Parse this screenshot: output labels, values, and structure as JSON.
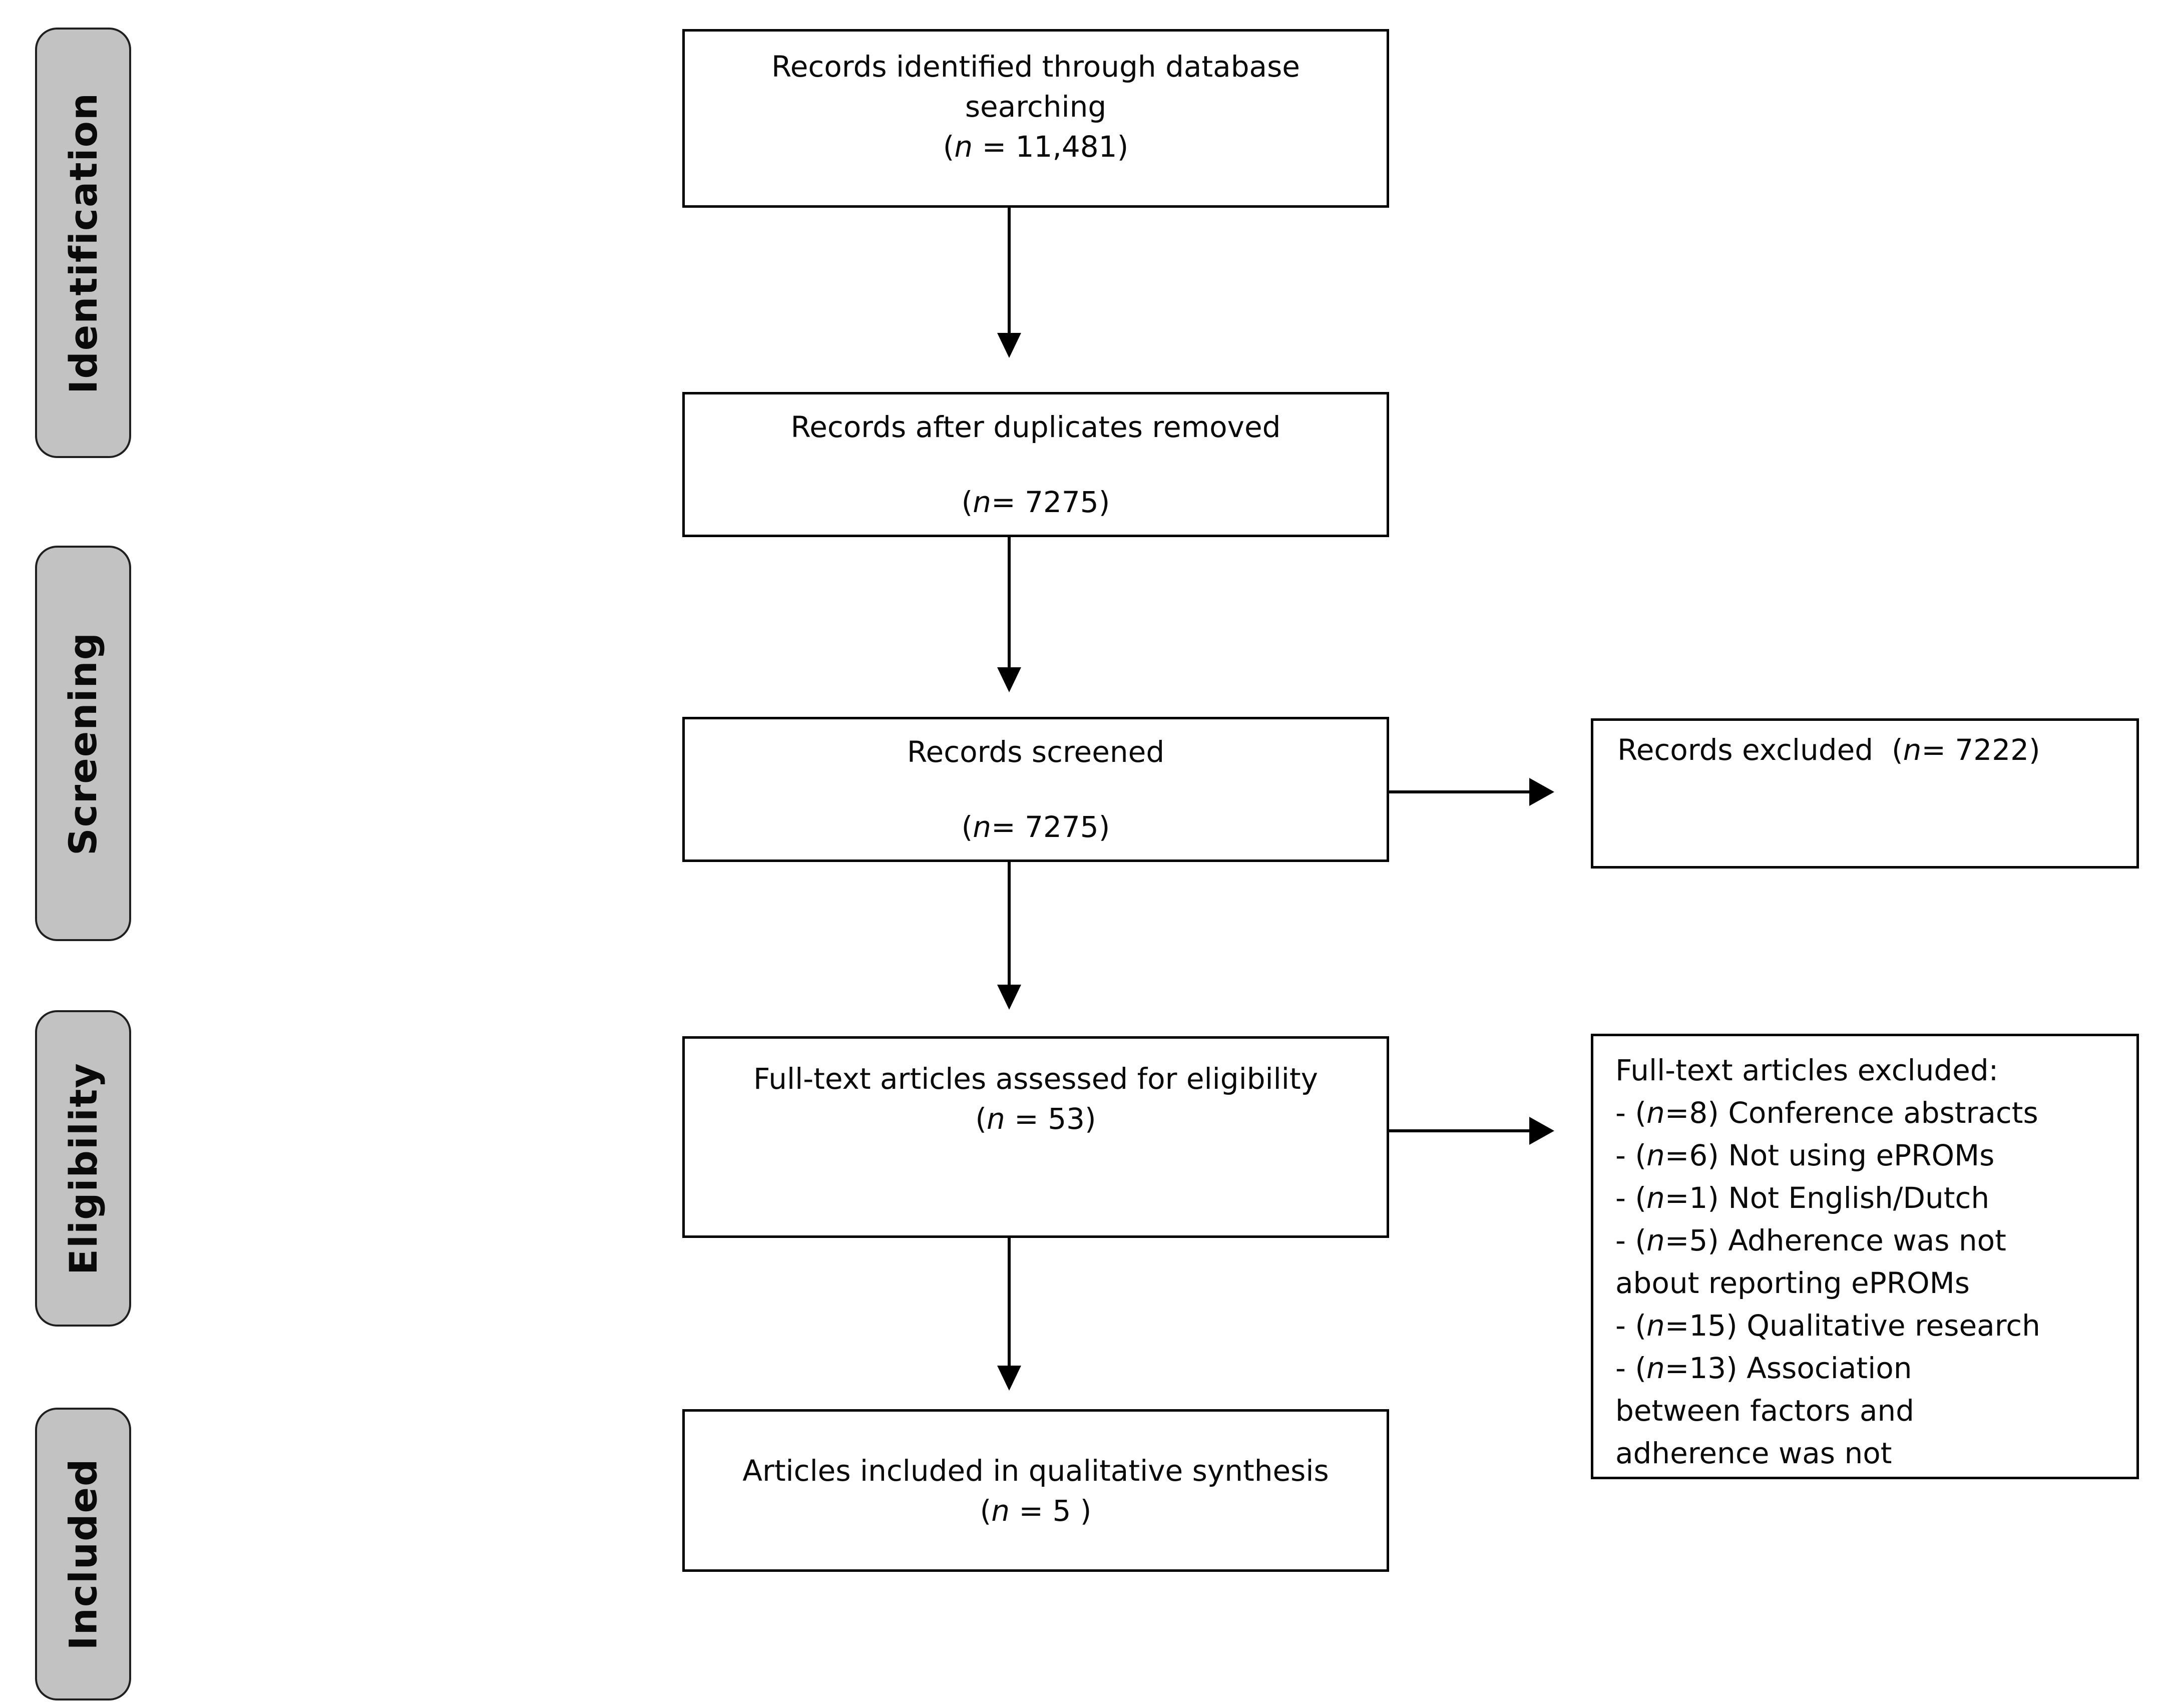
{
  "stages": [
    {
      "label": "Identification"
    },
    {
      "label": "Screening"
    },
    {
      "label": "Eligibility"
    },
    {
      "label": "Included"
    }
  ],
  "main_boxes": [
    {
      "title": "Records identified through database searching",
      "n_pre": "(",
      "n_italic": "n",
      "n_rest": " = 11,481)"
    },
    {
      "title": "Records after duplicates removed",
      "n_pre": "(",
      "n_italic": "n",
      "n_rest": "= 7275)"
    },
    {
      "title": "Records screened",
      "n_pre": "(",
      "n_italic": "n",
      "n_rest": "= 7275)"
    },
    {
      "title": "Full-text articles assessed for eligibility",
      "n_pre": "(",
      "n_italic": "n",
      "n_rest": " = 53)"
    },
    {
      "title": "Articles included in qualitative synthesis",
      "n_pre": "(",
      "n_italic": "n",
      "n_rest": " = 5 )"
    }
  ],
  "side_boxes": {
    "records_excluded": {
      "pre": "Records excluded  (",
      "n_italic": "n",
      "rest": "= 7222)"
    },
    "fulltext_excluded": {
      "lines": [
        {
          "pre": "Full-text articles excluded:",
          "n": "",
          "rest": ""
        },
        {
          "pre": "- (",
          "n": "n",
          "rest": "=8) Conference abstracts"
        },
        {
          "pre": "- (",
          "n": "n",
          "rest": "=6) Not using ePROMs"
        },
        {
          "pre": "- (",
          "n": "n",
          "rest": "=1) Not English/Dutch"
        },
        {
          "pre": "- (",
          "n": "n",
          "rest": "=5) Adherence was not"
        },
        {
          "pre": "",
          "n": "",
          "rest": "about reporting ePROMs"
        },
        {
          "pre": "- (",
          "n": "n",
          "rest": "=15) Qualitative research"
        },
        {
          "pre": "- (",
          "n": "n",
          "rest": "=13) Association"
        },
        {
          "pre": "",
          "n": "",
          "rest": "between factors and"
        },
        {
          "pre": "",
          "n": "",
          "rest": "adherence was not"
        }
      ]
    }
  },
  "colors": {
    "background": "#ffffff",
    "stage_fill": "#c2c2c2",
    "stage_border": "#1f1f1f",
    "box_border": "#000000",
    "arrow": "#000000",
    "text": "#0a0a0a"
  }
}
